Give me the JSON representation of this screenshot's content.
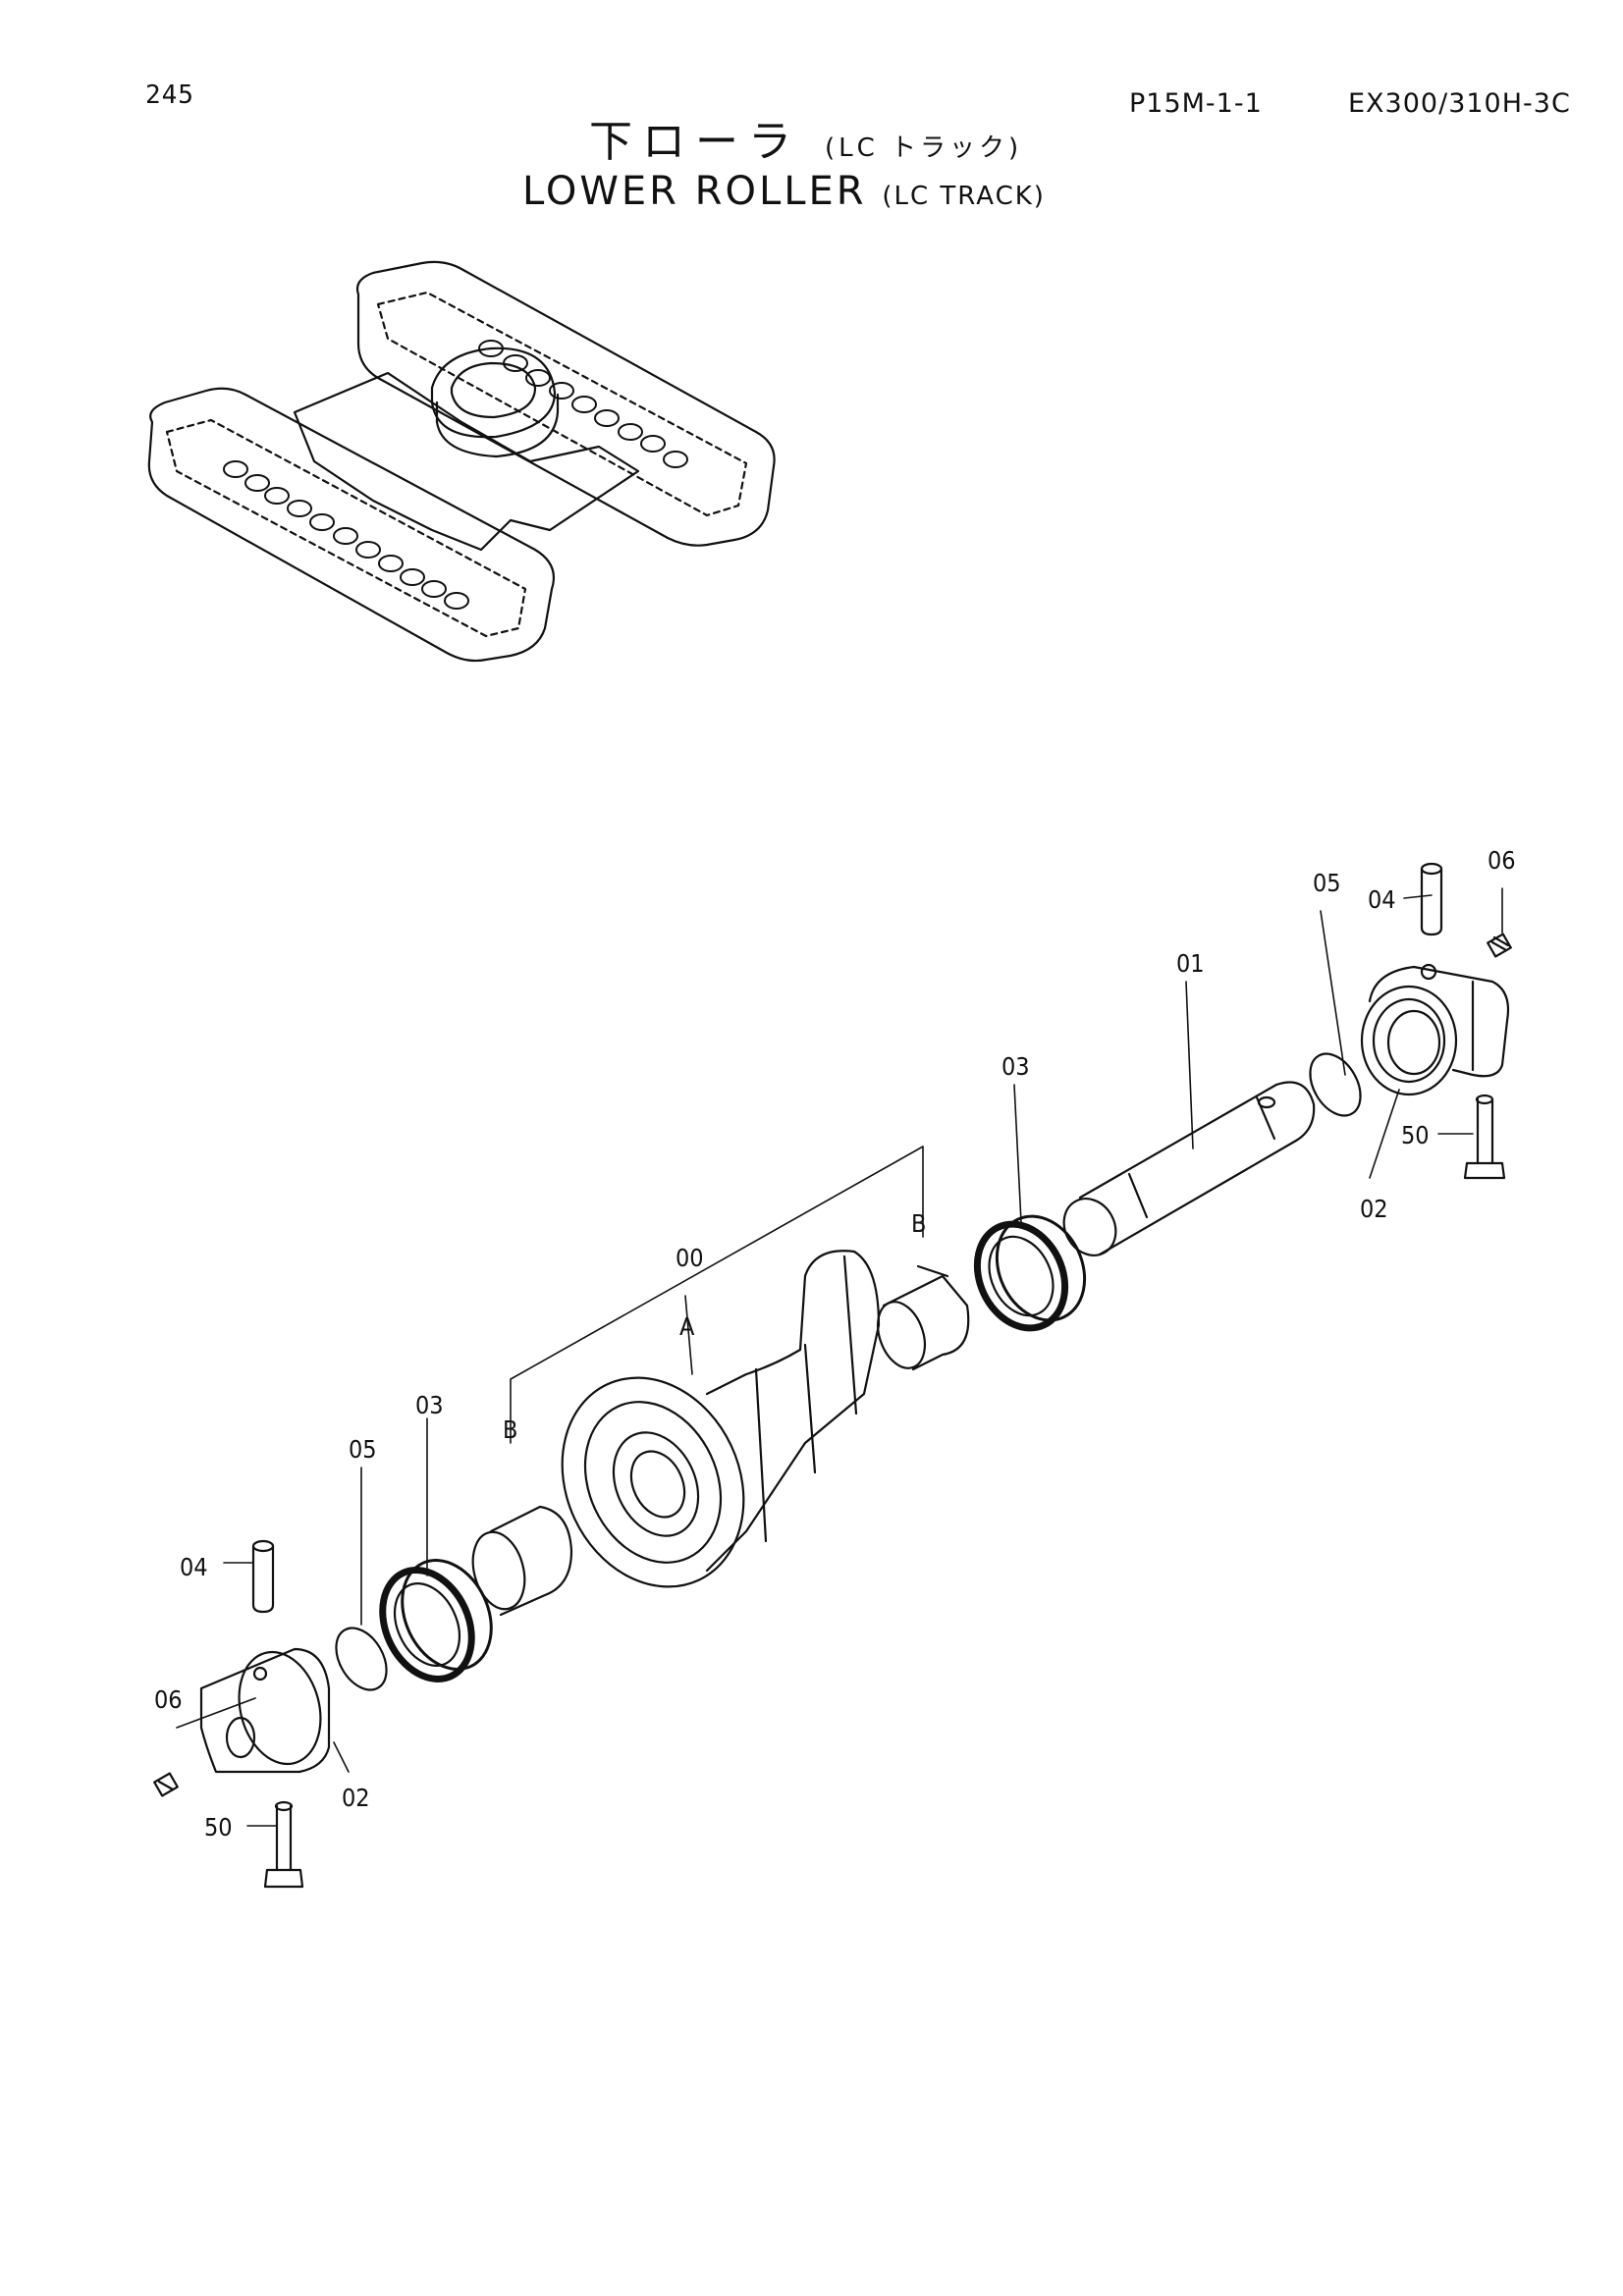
{
  "header": {
    "page_number": "245",
    "sheet_code": "P15M-1-1",
    "model": "EX300/310H-3C",
    "title_jp": "下ローラ",
    "title_jp_sub": "(LC トラック)",
    "title_en": "LOWER ROLLER",
    "title_en_sub": "(LC TRACK)"
  },
  "callouts": {
    "c01": "01",
    "c02_right": "02",
    "c02_left": "02",
    "c03_right": "03",
    "c03_left": "03",
    "c04_right": "04",
    "c04_left": "04",
    "c05_right": "05",
    "c05_left": "05",
    "c06_right": "06",
    "c06_left": "06",
    "c50_right": "50",
    "c50_left": "50",
    "c00": "00",
    "cA": "A",
    "cB_right": "B",
    "cB_left": "B"
  }
}
